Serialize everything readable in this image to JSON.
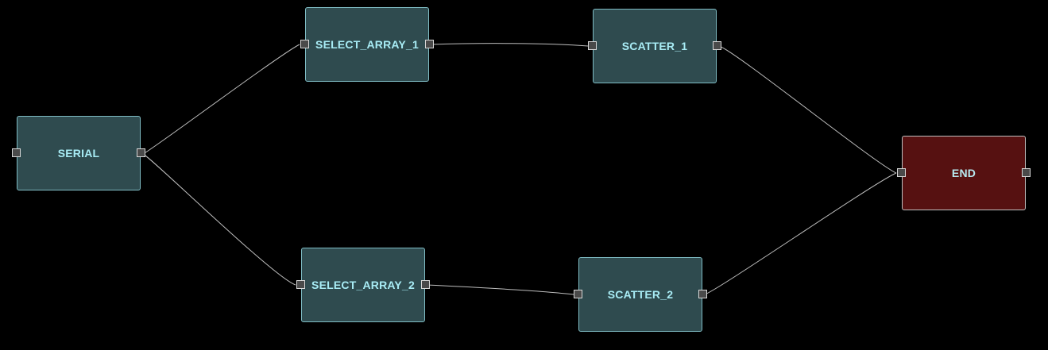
{
  "diagram": {
    "background": "#000000",
    "node_fill": "#2f4b4f",
    "node_border": "#7fbcc4",
    "end_fill": "#561111",
    "label_color": "#a8ecf5",
    "edge_color": "#bdbdbd",
    "nodes": [
      {
        "id": "serial",
        "label": "SERIAL"
      },
      {
        "id": "select_array_1",
        "label": "SELECT_ARRAY_1"
      },
      {
        "id": "select_array_2",
        "label": "SELECT_ARRAY_2"
      },
      {
        "id": "scatter_1",
        "label": "SCATTER_1"
      },
      {
        "id": "scatter_2",
        "label": "SCATTER_2"
      },
      {
        "id": "end",
        "label": "END"
      }
    ],
    "edges": [
      {
        "from": "serial",
        "to": "select_array_1"
      },
      {
        "from": "serial",
        "to": "select_array_2"
      },
      {
        "from": "select_array_1",
        "to": "scatter_1"
      },
      {
        "from": "select_array_2",
        "to": "scatter_2"
      },
      {
        "from": "scatter_1",
        "to": "end"
      },
      {
        "from": "scatter_2",
        "to": "end"
      }
    ]
  }
}
